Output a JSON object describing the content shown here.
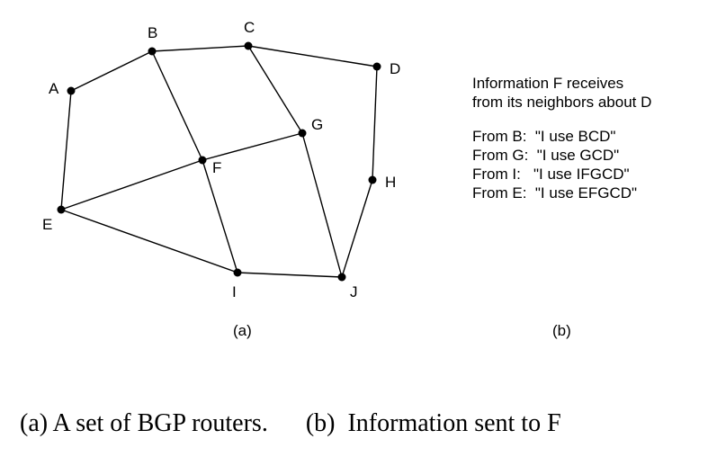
{
  "graph": {
    "nodes": [
      {
        "id": "A",
        "label": "A"
      },
      {
        "id": "B",
        "label": "B"
      },
      {
        "id": "C",
        "label": "C"
      },
      {
        "id": "D",
        "label": "D"
      },
      {
        "id": "E",
        "label": "E"
      },
      {
        "id": "F",
        "label": "F"
      },
      {
        "id": "G",
        "label": "G"
      },
      {
        "id": "H",
        "label": "H"
      },
      {
        "id": "I",
        "label": "I"
      },
      {
        "id": "J",
        "label": "J"
      }
    ],
    "edges": [
      [
        "A",
        "B"
      ],
      [
        "B",
        "C"
      ],
      [
        "C",
        "D"
      ],
      [
        "A",
        "E"
      ],
      [
        "B",
        "F"
      ],
      [
        "C",
        "G"
      ],
      [
        "F",
        "G"
      ],
      [
        "E",
        "F"
      ],
      [
        "F",
        "I"
      ],
      [
        "E",
        "I"
      ],
      [
        "I",
        "J"
      ],
      [
        "G",
        "J"
      ],
      [
        "D",
        "H"
      ],
      [
        "H",
        "J"
      ]
    ],
    "sublabel": "(a)"
  },
  "info": {
    "heading_line1": "Information F receives",
    "heading_line2": "from its neighbors about D",
    "lines": [
      "From B:  \"I use BCD\"",
      "From G:  \"I use GCD\"",
      "From I:   \"I use IFGCD\"",
      "From E:  \"I use EFGCD\""
    ],
    "sublabel": "(b)"
  },
  "caption": "(a) A set of BGP routers.      (b)  Information sent to F"
}
